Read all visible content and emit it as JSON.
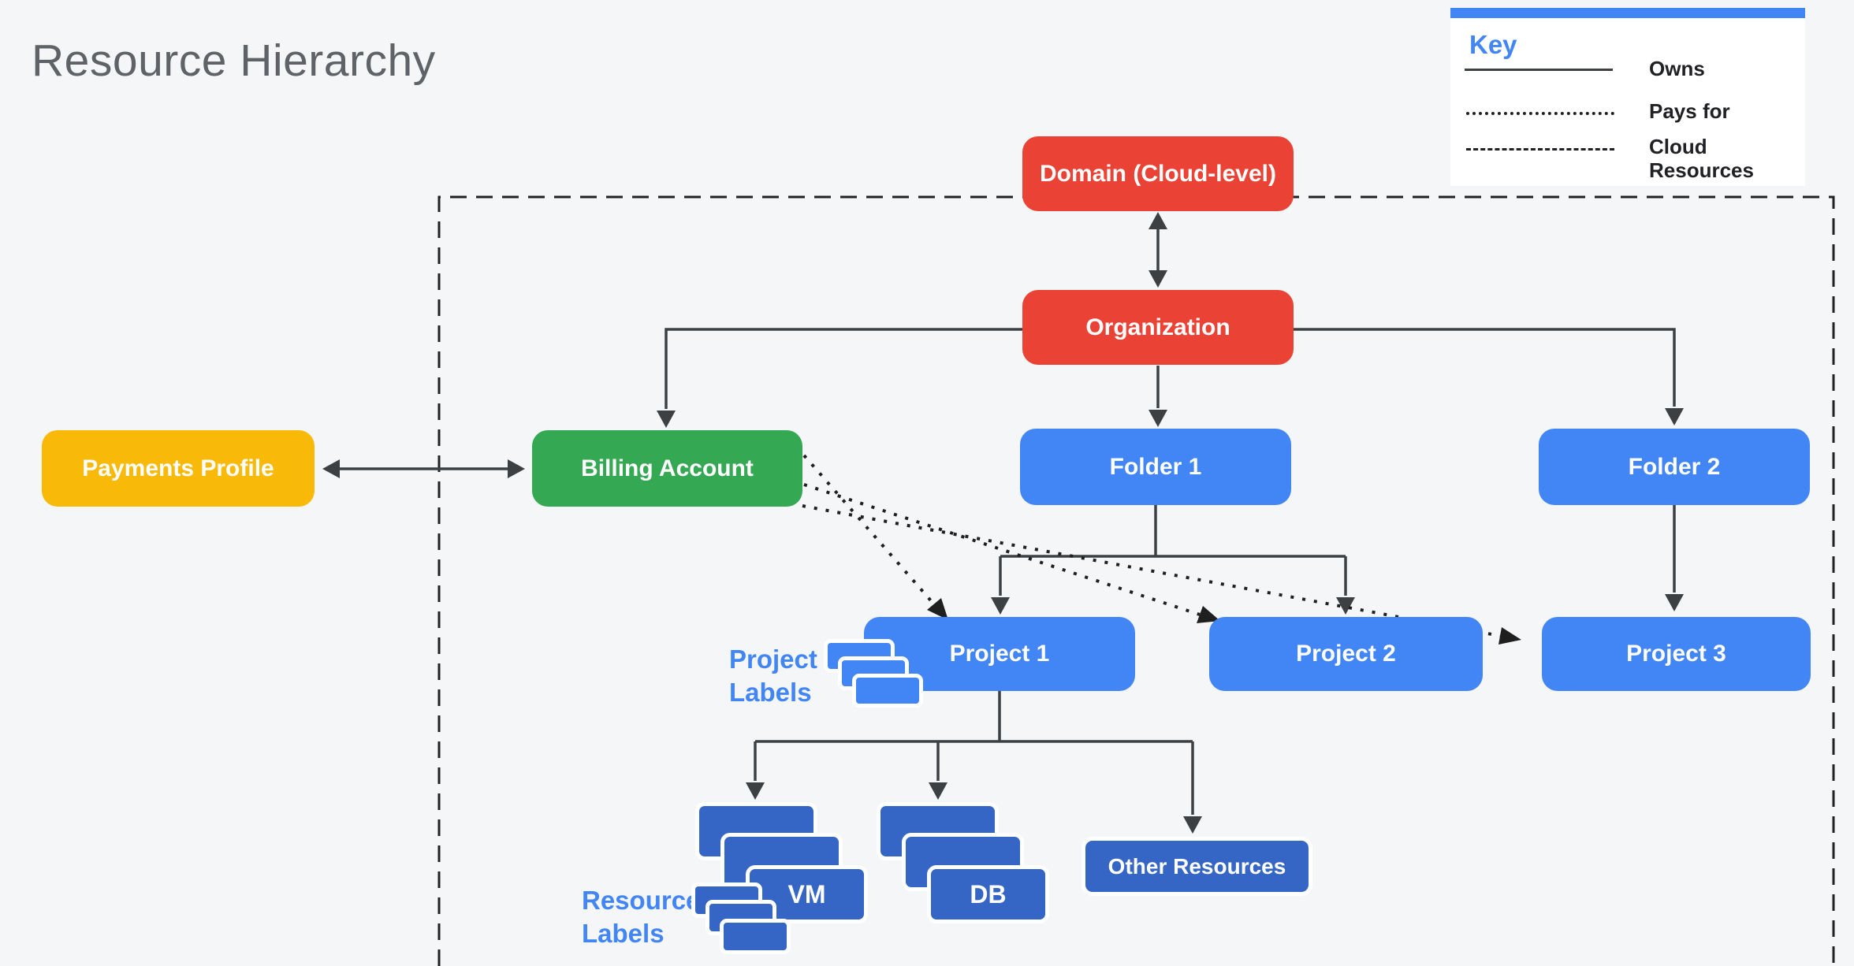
{
  "title": "Resource Hierarchy",
  "key": {
    "title": "Key",
    "items": [
      {
        "label": "Owns",
        "line_style": "solid"
      },
      {
        "label": "Pays for",
        "line_style": "dotted"
      },
      {
        "label": "Cloud Resources",
        "line_style": "dashed"
      }
    ]
  },
  "nodes": {
    "domain": {
      "label": "Domain (Cloud-level)",
      "color": "#EA4335"
    },
    "organization": {
      "label": "Organization",
      "color": "#EA4335"
    },
    "payments_profile": {
      "label": "Payments Profile",
      "color": "#F9B908"
    },
    "billing_account": {
      "label": "Billing Account",
      "color": "#34A853"
    },
    "folder1": {
      "label": "Folder 1",
      "color": "#4285F4"
    },
    "folder2": {
      "label": "Folder 2",
      "color": "#4285F4"
    },
    "project1": {
      "label": "Project 1",
      "color": "#4285F4"
    },
    "project2": {
      "label": "Project 2",
      "color": "#4285F4"
    },
    "project3": {
      "label": "Project 3",
      "color": "#4285F4"
    },
    "vm": {
      "label": "VM",
      "color": "#3566C6"
    },
    "db": {
      "label": "DB",
      "color": "#3566C6"
    },
    "other_resources": {
      "label": "Other Resources",
      "color": "#3566C6"
    }
  },
  "annotations": {
    "project_labels": {
      "line1": "Project",
      "line2": "Labels"
    },
    "resource_labels": {
      "line1": "Resource",
      "line2": "Labels"
    }
  },
  "edges": [
    {
      "from": "domain",
      "to": "organization",
      "type": "owns",
      "bidirectional": true
    },
    {
      "from": "payments_profile",
      "to": "billing_account",
      "type": "owns",
      "bidirectional": true
    },
    {
      "from": "organization",
      "to": "billing_account",
      "type": "owns"
    },
    {
      "from": "organization",
      "to": "folder1",
      "type": "owns"
    },
    {
      "from": "organization",
      "to": "folder2",
      "type": "owns"
    },
    {
      "from": "folder1",
      "to": "project1",
      "type": "owns"
    },
    {
      "from": "folder1",
      "to": "project2",
      "type": "owns"
    },
    {
      "from": "folder2",
      "to": "project3",
      "type": "owns"
    },
    {
      "from": "project1",
      "to": "vm",
      "type": "owns"
    },
    {
      "from": "project1",
      "to": "db",
      "type": "owns"
    },
    {
      "from": "project1",
      "to": "other_resources",
      "type": "owns"
    },
    {
      "from": "billing_account",
      "to": "project1",
      "type": "pays_for"
    },
    {
      "from": "billing_account",
      "to": "project2",
      "type": "pays_for"
    },
    {
      "from": "billing_account",
      "to": "project3",
      "type": "pays_for"
    }
  ],
  "colors": {
    "background": "#F4F6F8",
    "connector": "#3C4043",
    "boundary_dash": "#202124",
    "accent_blue": "#4285F4",
    "annotation_text": "#4285F4",
    "title_text": "#5F6368"
  }
}
